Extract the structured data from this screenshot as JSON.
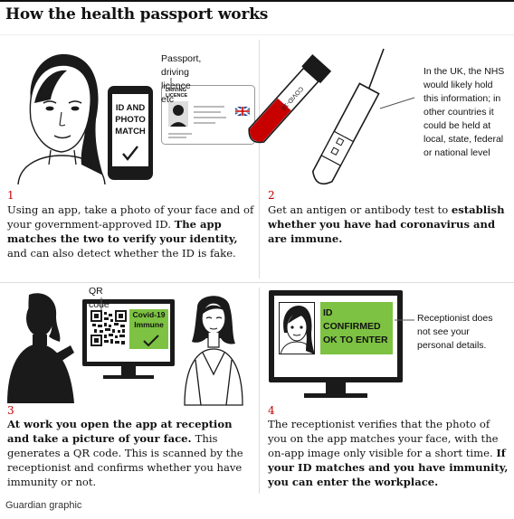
{
  "title": "How the health passport works",
  "credit": "Guardian graphic",
  "colors": {
    "accent_red": "#c70000",
    "stamp_green": "#7dc242",
    "ink": "#121212",
    "divider": "#dcdcdc"
  },
  "panels": [
    {
      "number": "1",
      "caption_plain_1": "Using an app, take a photo of your face and of your government-approved ID. ",
      "caption_bold_1": "The app matches the two to verify your identity, ",
      "caption_plain_2": "and can also detect whether the ID is fake.",
      "phone_text": [
        "ID AND",
        "PHOTO",
        "MATCH"
      ],
      "licence_heading": "DRIVING LICENCE",
      "licence_label": [
        "Passport, driving",
        "licence etc"
      ],
      "icons": [
        "face-outline-icon",
        "smartphone-icon",
        "checkmark-icon",
        "driving-licence-icon",
        "union-jack-flag-icon"
      ]
    },
    {
      "number": "2",
      "caption_plain_1": "Get an antigen or antibody test to ",
      "caption_bold_1": "establish whether you have had coronavirus and are immune.",
      "tube_label": "COVID-19",
      "note": [
        "In the UK, the NHS",
        "would likely hold",
        "this information; in",
        "other countries it",
        "could be held at",
        "local, state, federal",
        "or national level"
      ],
      "icons": [
        "blood-test-tube-icon",
        "test-tube-icon"
      ]
    },
    {
      "number": "3",
      "caption_bold_1": "At work you open the app at reception and take a picture of your face. ",
      "caption_plain_1": "This generates a QR code. This is scanned by the receptionist and confirms whether you have immunity or not.",
      "qr_label": "QR code",
      "status_text": [
        "Covid-19",
        "Immune"
      ],
      "icons": [
        "woman-silhouette-icon",
        "monitor-icon",
        "qr-code-icon",
        "checkmark-icon",
        "receptionist-icon"
      ]
    },
    {
      "number": "4",
      "caption_plain_1": "The receptionist verifies that the photo of you on the app matches your face, with the on-app image only visible for a short time. ",
      "caption_bold_1": "If your ID matches and you have immunity, you can enter the workplace.",
      "screen_text": [
        "ID",
        "CONFIRMED",
        "OK TO ENTER"
      ],
      "note": [
        "Receptionist does",
        "not see your",
        "personal details."
      ],
      "icons": [
        "monitor-icon",
        "face-outline-icon"
      ]
    }
  ]
}
